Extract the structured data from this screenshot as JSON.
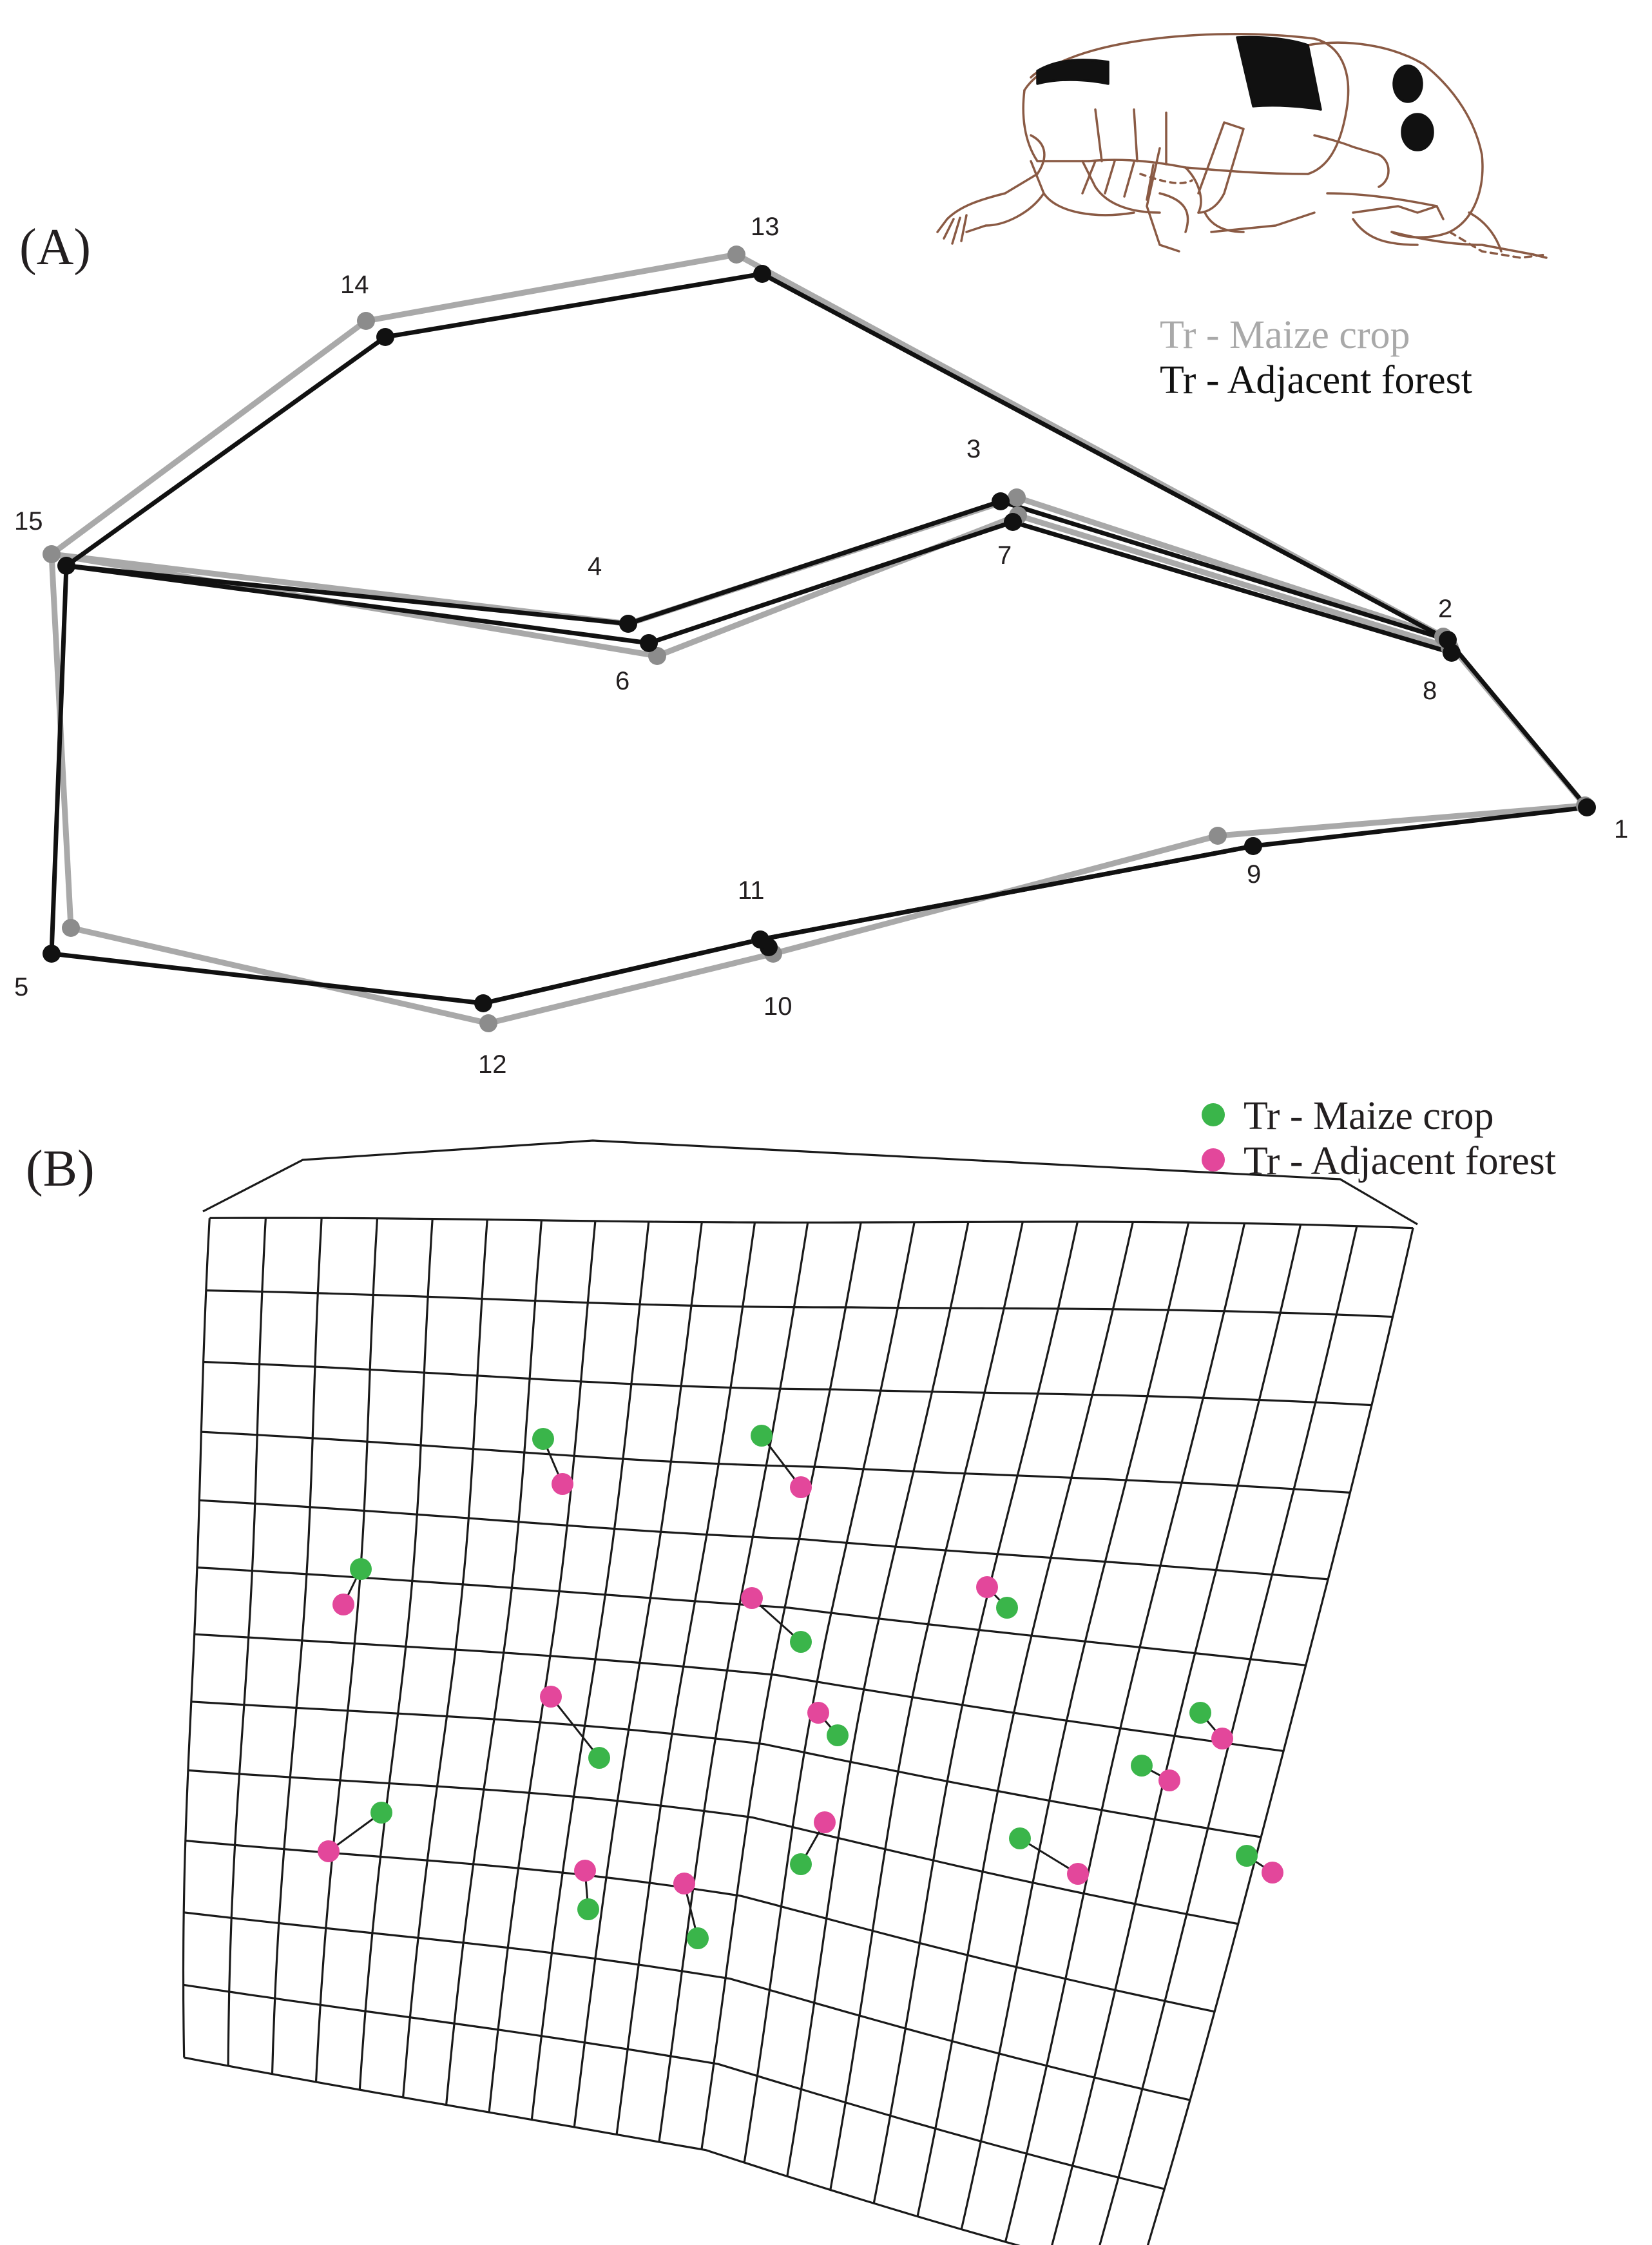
{
  "panel_a": {
    "label": "(A)",
    "legend": [
      {
        "name": "Tr - Maize crop",
        "color": "#a9a9a9"
      },
      {
        "name": "Tr - Adjacent forest",
        "color": "#111111"
      }
    ],
    "landmark_labels": [
      "1",
      "2",
      "3",
      "4",
      "5",
      "6",
      "7",
      "8",
      "9",
      "10",
      "11",
      "12",
      "13",
      "14",
      "15"
    ],
    "icon": "beetle-illustration-icon"
  },
  "panel_b": {
    "label": "(B)",
    "legend": [
      {
        "name": "Tr - Maize crop",
        "color": "#3ab54a"
      },
      {
        "name": "Tr - Adjacent forest",
        "color": "#e3479b"
      }
    ]
  },
  "colors": {
    "maize_outline": "#a9a9a9",
    "maize_point": "#8c8c8c",
    "forest_outline": "#111111",
    "grid_line": "#1a1a1a",
    "green_dot": "#3ab54a",
    "magenta_dot": "#e3479b"
  }
}
